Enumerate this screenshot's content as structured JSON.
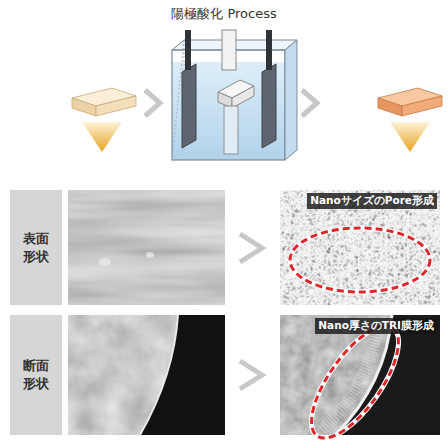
{
  "diagram": {
    "title": "陽極酸化 Process",
    "nodes": [
      {
        "text": [
          "表面 形状"
        ]
      },
      {
        "text": [
          "断面 形状"
        ]
      },
      {
        "text": [
          "NanoサイズのPore形成"
        ]
      },
      {
        "text": [
          "Nano厚さのTRI膜形成"
        ]
      }
    ]
  }
}
